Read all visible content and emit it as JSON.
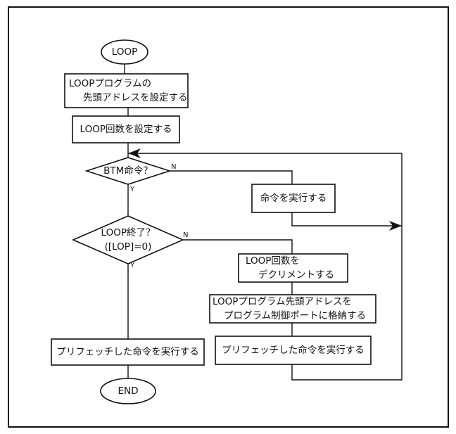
{
  "diagram": {
    "type": "flowchart",
    "nodes": {
      "start": {
        "kind": "terminal",
        "lines": [
          "LOOP"
        ]
      },
      "set_address": {
        "kind": "process",
        "lines": [
          "LOOPプログラムの",
          "先頭アドレスを設定する"
        ]
      },
      "set_count": {
        "kind": "process",
        "lines": [
          "LOOP回数を設定する"
        ]
      },
      "is_btm": {
        "kind": "decision",
        "lines": [
          "BTM命令？"
        ]
      },
      "execute": {
        "kind": "process",
        "lines": [
          "命令を実行する"
        ]
      },
      "loop_end": {
        "kind": "decision",
        "lines": [
          "LOOP終了？",
          "([LOP]=0)"
        ]
      },
      "decrement": {
        "kind": "process",
        "lines": [
          "LOOP回数を",
          "デクリメントする"
        ]
      },
      "store_address": {
        "kind": "process",
        "lines": [
          "LOOPプログラム先頭アドレスを",
          "プログラム制御ポートに格納する"
        ]
      },
      "prefetch_exec_right": {
        "kind": "process",
        "lines": [
          "プリフェッチした命令を実行する"
        ]
      },
      "prefetch_exec_left": {
        "kind": "process",
        "lines": [
          "プリフェッチした命令を実行する"
        ]
      },
      "end": {
        "kind": "terminal",
        "lines": [
          "END"
        ]
      }
    },
    "edges": [
      {
        "from": "start",
        "to": "set_address",
        "label": ""
      },
      {
        "from": "set_address",
        "to": "set_count",
        "label": ""
      },
      {
        "from": "set_count",
        "to": "is_btm",
        "label": ""
      },
      {
        "from": "is_btm",
        "to": "execute",
        "label": "N"
      },
      {
        "from": "is_btm",
        "to": "loop_end",
        "label": "Y"
      },
      {
        "from": "execute",
        "to": "is_btm",
        "label": ""
      },
      {
        "from": "loop_end",
        "to": "decrement",
        "label": "N"
      },
      {
        "from": "loop_end",
        "to": "prefetch_exec_left",
        "label": "Y"
      },
      {
        "from": "decrement",
        "to": "store_address",
        "label": ""
      },
      {
        "from": "store_address",
        "to": "prefetch_exec_right",
        "label": ""
      },
      {
        "from": "prefetch_exec_right",
        "to": "is_btm",
        "label": ""
      },
      {
        "from": "prefetch_exec_left",
        "to": "end",
        "label": ""
      }
    ],
    "branch_labels": {
      "btm_no": "N",
      "btm_yes": "Y",
      "loop_no": "N",
      "loop_yes": "Y"
    }
  }
}
